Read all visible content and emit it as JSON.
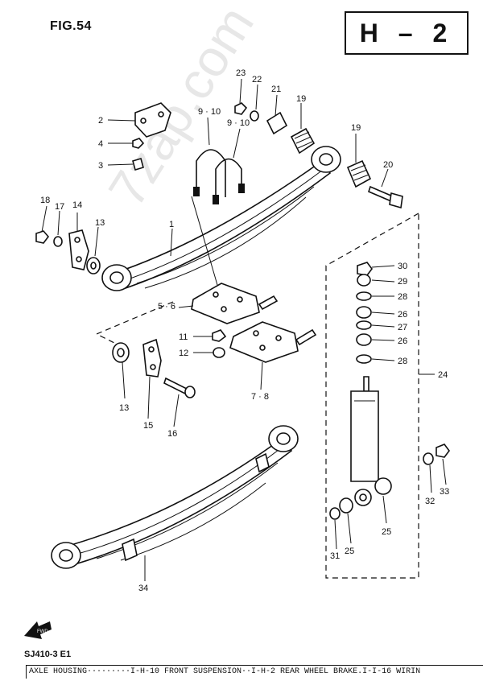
{
  "figure": {
    "label": "FIG.54",
    "section": "H – 2"
  },
  "model_code": "SJ410-3 E1",
  "watermark": "7zap.com",
  "footer_text": "AXLE HOUSING·········I-H-10 FRONT SUSPENSION··I-H-2  REAR WHEEL BRAKE.I-I-16 WIRIN",
  "fwd_label": "FWD",
  "callouts": {
    "c2": "2",
    "c4": "4",
    "c3": "3",
    "c18": "18",
    "c17": "17",
    "c14": "14",
    "c13a": "13",
    "c1": "1",
    "c9_10a": "9 · 10",
    "c9_10b": "9 · 10",
    "c23": "23",
    "c22": "22",
    "c21": "21",
    "c19a": "19",
    "c19b": "19",
    "c20": "20",
    "c5_6": "5 · 6",
    "c11": "11",
    "c12": "12",
    "c13b": "13",
    "c15": "15",
    "c16": "16",
    "c7_8": "7 · 8",
    "c30": "30",
    "c29": "29",
    "c28a": "28",
    "c26a": "26",
    "c27": "27",
    "c26b": "26",
    "c28b": "28",
    "c24": "24",
    "c32": "32",
    "c33": "33",
    "c25a": "25",
    "c25b": "25",
    "c31": "31",
    "c34": "34"
  }
}
